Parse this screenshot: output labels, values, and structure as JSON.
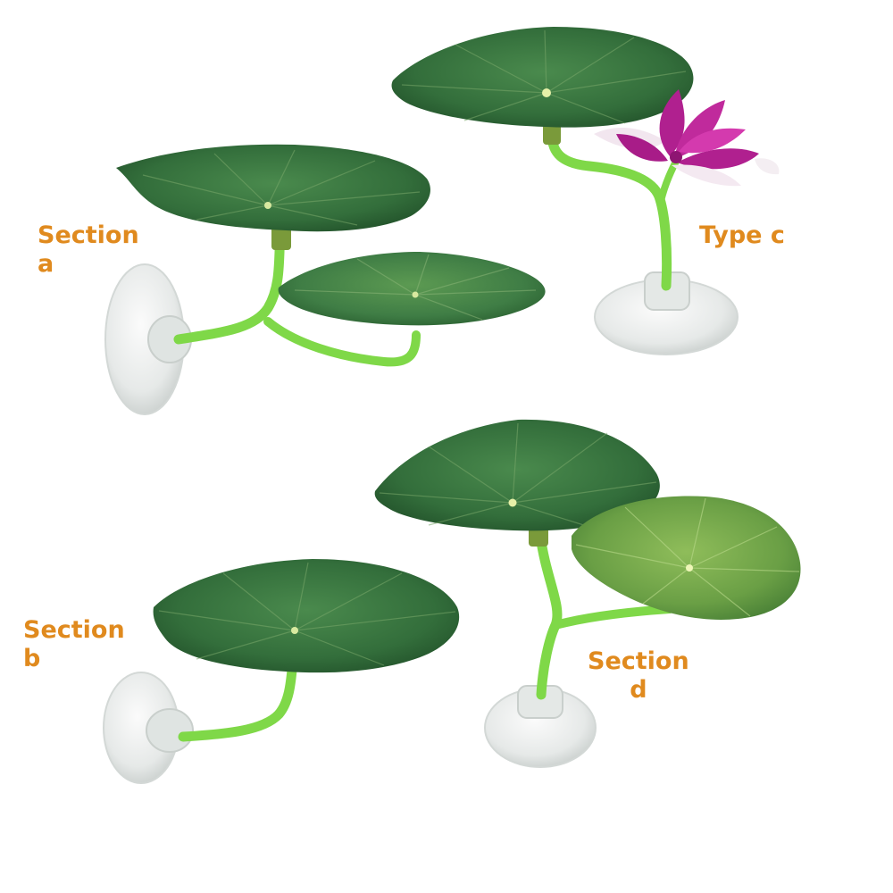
{
  "labels": {
    "section_a": {
      "line1": "Section",
      "line2": "a"
    },
    "section_b": {
      "line1": "Section",
      "line2": "b"
    },
    "type_c": {
      "line1": "Type c"
    },
    "section_d": {
      "line1": "Section",
      "line2": "d"
    }
  },
  "colors": {
    "label_text": "#e08a1e",
    "leaf_dark": "#2f6b3a",
    "leaf_mid": "#3f7f45",
    "leaf_light": "#6fa24a",
    "stem": "#7fd848",
    "suction_cup": "#e9eceb",
    "flower": "#b0208f",
    "background": "#ffffff"
  }
}
